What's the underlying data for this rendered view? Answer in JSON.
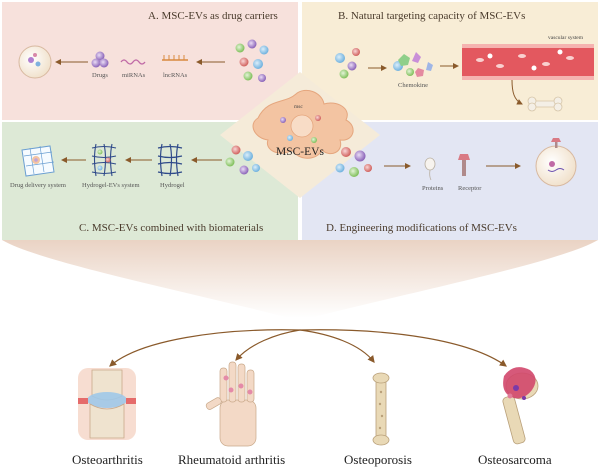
{
  "panels": {
    "a": {
      "title": "A.  MSC-EVs as drug carriers",
      "labels": {
        "drugs": "Drugs",
        "mirnas": "miRNAs",
        "lncrnas": "lncRNAs"
      }
    },
    "b": {
      "title": "B.  Natural targeting capacity of MSC-EVs",
      "labels": {
        "chemokine": "Chemokine",
        "vascular": "vascular system"
      }
    },
    "c": {
      "title": "C.  MSC-EVs combined with biomaterials",
      "labels": {
        "drug_delivery": "Drug delivery system",
        "hydrogel_evs": "Hydrogel-EVs system",
        "hydrogel": "Hydrogel"
      }
    },
    "d": {
      "title": "D.  Engineering modifications of MSC-EVs",
      "labels": {
        "proteins": "Proteins",
        "receptor": "Receptor"
      }
    }
  },
  "center": {
    "cell_label": "msc",
    "title": "MSC-EVs"
  },
  "diseases": [
    "Osteoarthritis",
    "Rheumatoid arthritis",
    "Osteoporosis",
    "Osteosarcoma"
  ],
  "colors": {
    "panel_a": "#f7e1dc",
    "panel_b": "#f8edd6",
    "panel_c": "#dde9d6",
    "panel_d": "#e3e6f3",
    "center_diamond": "#f5ebd9",
    "funnel": "#e9d2c3",
    "arrow": "#8a5a2b"
  }
}
